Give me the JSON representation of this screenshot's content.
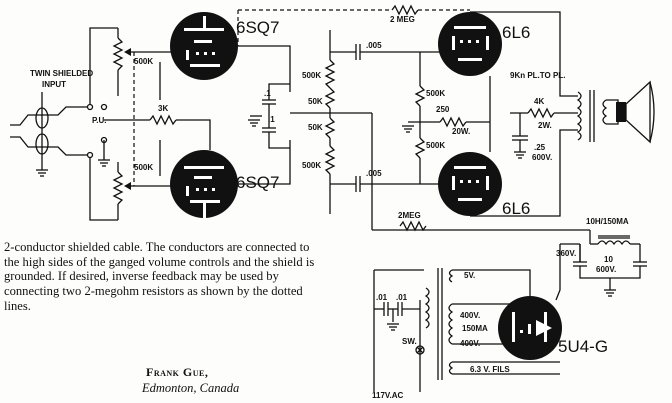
{
  "labels": {
    "input": [
      "TWIN SHIELDED",
      "INPUT"
    ],
    "pu": "P.U.",
    "r500k": "500K",
    "r3k": "3K",
    "c01": ".1",
    "r50k": "50K",
    "c005": ".005",
    "r2meg": "2 MEG",
    "r2meg_b": "2MEG",
    "r250": "250",
    "w20": "20W.",
    "r4k": "4K",
    "w2": "2W.",
    "c25": ".25",
    "v600": "600V.",
    "plpl": "9Kn PL.TO PL.",
    "choke": "10H/150MA",
    "v360": "360V.",
    "c10": "10",
    "v5": "5V.",
    "v400": "400V.",
    "ma150": "150MA",
    "c01b": ".01",
    "sw": "SW.",
    "fils": "6.3 V. FILS",
    "ac": "117V.AC"
  },
  "tubes": {
    "t1": "6SQ7",
    "t2": "6SQ7",
    "t3": "6L6",
    "t4": "6L6",
    "rect": "5U4-G"
  },
  "caption": "2-conductor shielded cable. The conductors are connected to the high sides of the ganged volume controls and the shield is grounded. If desired, inverse feedback may be used by connecting two 2-megohm resistors as shown by the dotted lines.",
  "credit": {
    "name": "Frank Gue,",
    "place": "Edmonton,  Canada"
  }
}
